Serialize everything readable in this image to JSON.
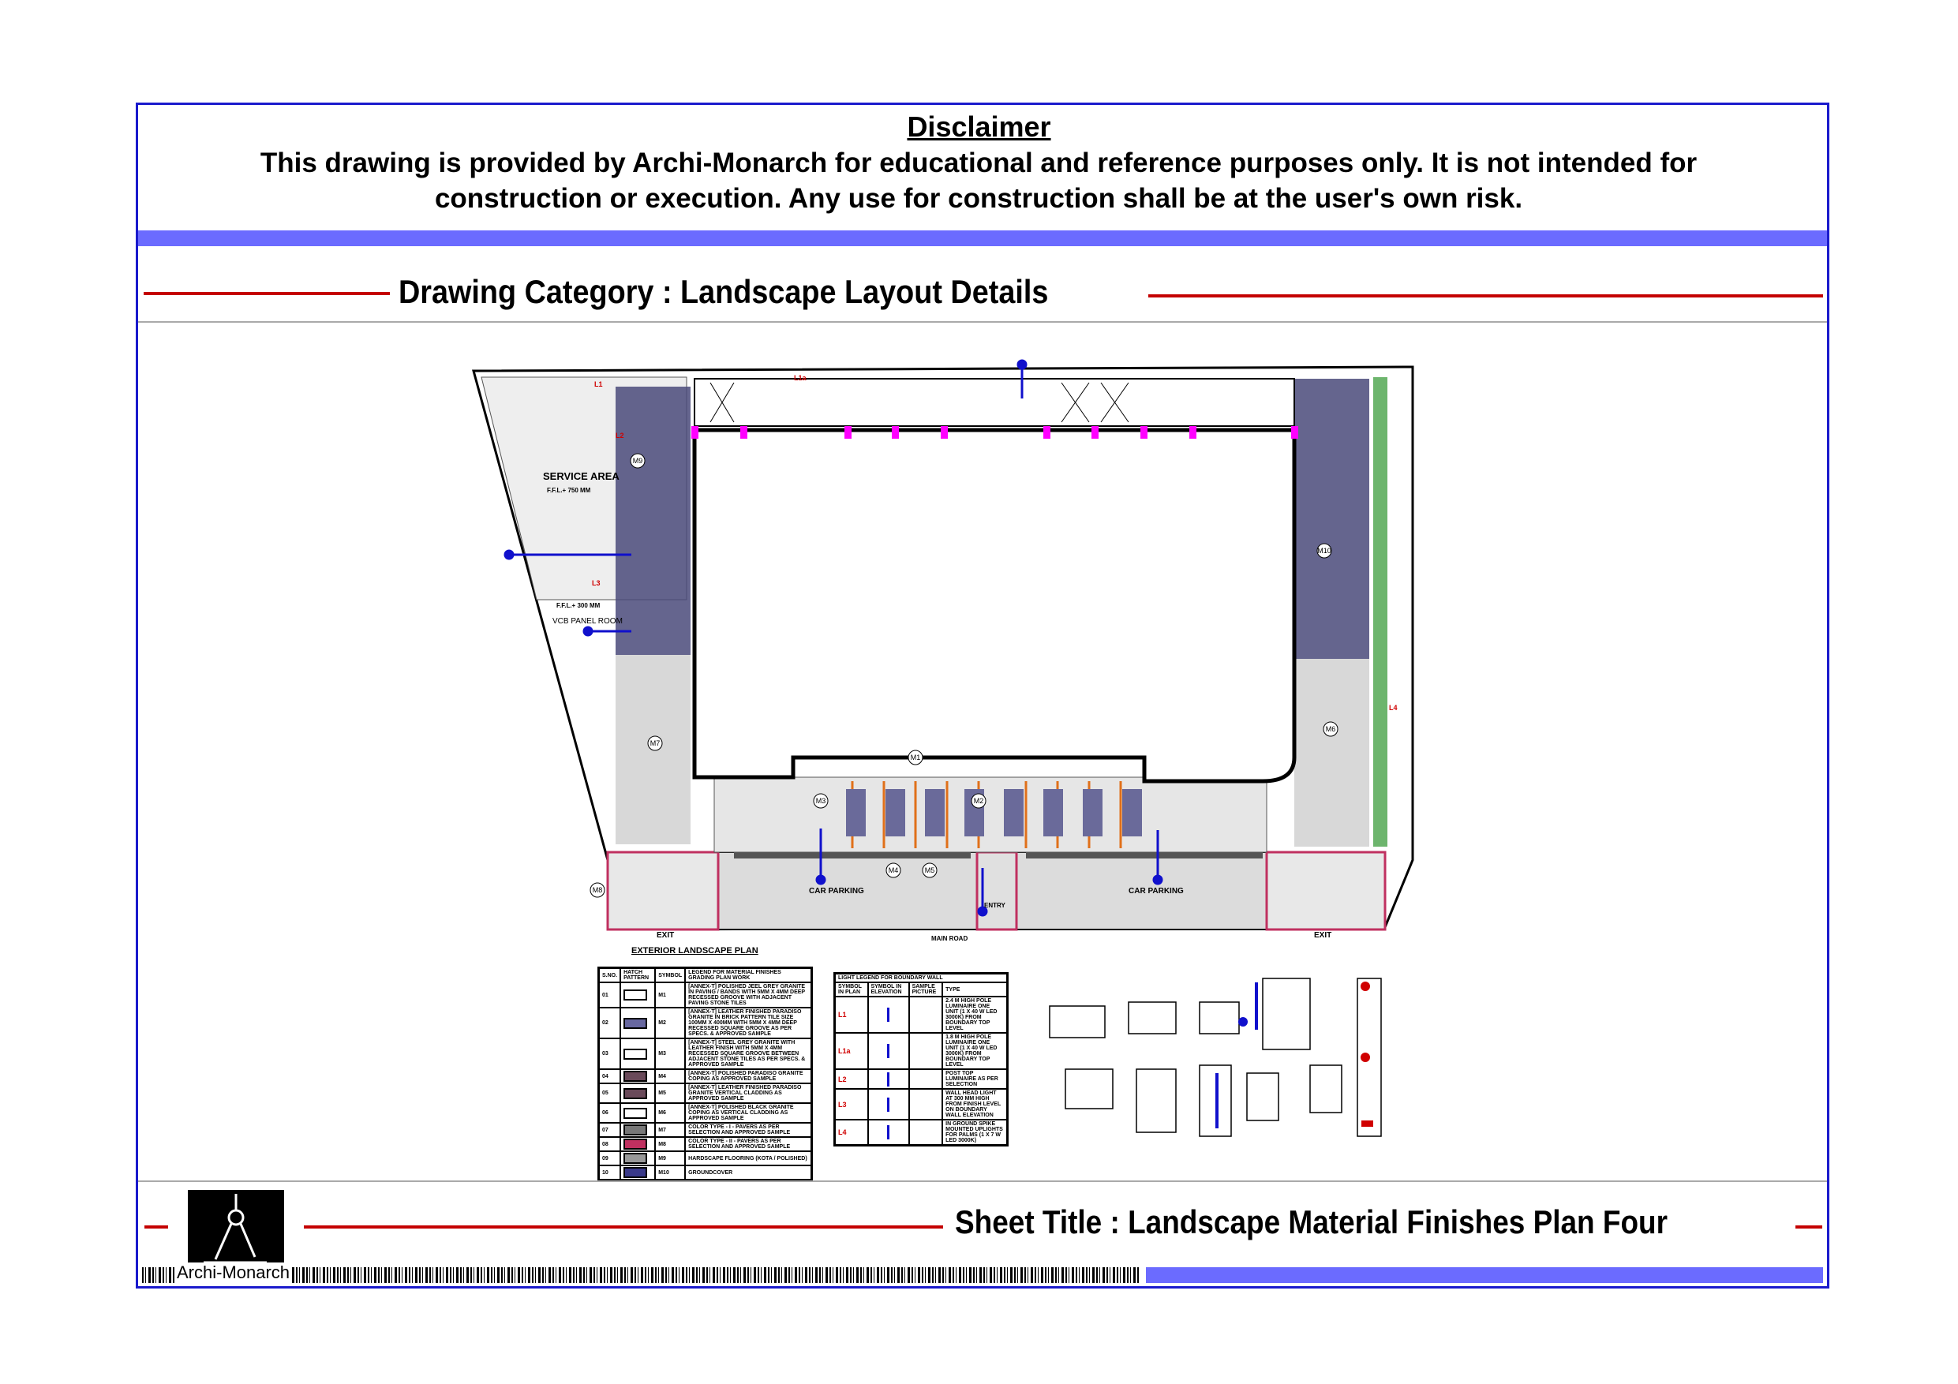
{
  "disclaimer": {
    "title": "Disclaimer",
    "text": "This drawing is provided by Archi-Monarch for educational and reference purposes only. It is not intended for construction or execution. Any use for construction shall be at the user's own risk."
  },
  "category": {
    "label": "Drawing Category : Landscape Layout Details"
  },
  "sheet": {
    "label": "Sheet Title : Landscape Material Finishes Plan Four"
  },
  "brand": {
    "name": "Archi-Monarch"
  },
  "colors": {
    "frame": "#1a1acc",
    "band": "#6b6bff",
    "redline": "#c40000",
    "light": "#ff00ff",
    "marker": "#1010cc"
  },
  "plan": {
    "title": "EXTERIOR LANDSCAPE PLAN",
    "service_area": "SERVICE AREA",
    "service_ffl": "F.F.L.+ 750 MM",
    "vcb": "VCB PANEL ROOM",
    "vcb_ffl": "F.F.L.+ 300 MM",
    "car_parking_left": "CAR PARKING",
    "car_parking_right": "CAR PARKING",
    "exit_left": "EXIT",
    "exit_right": "EXIT",
    "entry": "ENTRY",
    "main_road": "MAIN ROAD",
    "markers": [
      "M1",
      "M2",
      "M3",
      "M4",
      "M5",
      "M6",
      "M7",
      "M8",
      "M9",
      "M10"
    ],
    "lights": [
      "L1",
      "L1a",
      "L2",
      "L3",
      "L4"
    ]
  },
  "material_legend": {
    "headers": [
      "S.NO.",
      "HATCH PATTERN",
      "SYMBOL",
      "LEGEND FOR MATERIAL FINISHES GRADING PLAN WORK"
    ],
    "rows": [
      {
        "no": "01",
        "symbol": "M1",
        "desc": "[ANNEX-T] POLISHED JEEL GREY GRANITE IN PAVING / BANDS WITH 5MM X 4MM DEEP RECESSED GROOVE WITH ADJACENT PAVING STONE TILES"
      },
      {
        "no": "02",
        "symbol": "M2",
        "desc": "[ANNEX-T] LEATHER FINISHED PARADISO GRANITE IN BRICK PATTERN TILE SIZE 100MM X 400MM WITH 5MM X 4MM DEEP RECESSED SQUARE GROOVE AS PER SPECS. & APPROVED SAMPLE"
      },
      {
        "no": "03",
        "symbol": "M3",
        "desc": "[ANNEX-T] STEEL GREY GRANITE WITH LEATHER FINISH WITH 5MM X 4MM RECESSED SQUARE GROOVE BETWEEN ADJACENT STONE TILES AS PER SPECS. & APPROVED SAMPLE"
      },
      {
        "no": "04",
        "symbol": "M4",
        "desc": "[ANNEX-T] POLISHED PARADISO GRANITE COPING AS APPROVED SAMPLE"
      },
      {
        "no": "05",
        "symbol": "M5",
        "desc": "[ANNEX-T] LEATHER FINISHED PARADISO GRANITE VERTICAL CLADDING AS APPROVED SAMPLE"
      },
      {
        "no": "06",
        "symbol": "M6",
        "desc": "[ANNEX-T] POLISHED BLACK GRANITE COPING AS VERTICAL CLADDING AS APPROVED SAMPLE"
      },
      {
        "no": "07",
        "symbol": "M7",
        "desc": "COLOR TYPE - I - PAVERS AS PER SELECTION AND APPROVED SAMPLE"
      },
      {
        "no": "08",
        "symbol": "M8",
        "desc": "COLOR TYPE - II - PAVERS AS PER SELECTION AND APPROVED SAMPLE"
      },
      {
        "no": "09",
        "symbol": "M9",
        "desc": "HARDSCAPE FLOORING (KOTA / POLISHED)"
      },
      {
        "no": "10",
        "symbol": "M10",
        "desc": "GROUNDCOVER"
      }
    ]
  },
  "light_legend": {
    "title": "LIGHT LEGEND FOR BOUNDARY WALL",
    "headers": [
      "SYMBOL IN PLAN",
      "SYMBOL IN ELEVATION",
      "SAMPLE PICTURE",
      "TYPE"
    ],
    "rows": [
      {
        "symbol": "L1",
        "type": "2.4 M HIGH POLE LUMINAIRE ONE UNIT (1 X 40 W LED 3000K) FROM BOUNDARY TOP LEVEL"
      },
      {
        "symbol": "L1a",
        "type": "1.8 M HIGH POLE LUMINAIRE ONE UNIT (1 X 40 W LED 3000K) FROM BOUNDARY TOP LEVEL"
      },
      {
        "symbol": "L2",
        "type": "POST TOP LUMINAIRE AS PER SELECTION"
      },
      {
        "symbol": "L3",
        "type": "WALL HEAD LIGHT AT 300 MM HIGH FROM FINISH LEVEL ON BOUNDARY WALL ELEVATION"
      },
      {
        "symbol": "L4",
        "type": "IN GROUND SPIKE MOUNTED UPLIGHTS FOR PALMS (1 X 7 W LED 3000K)"
      }
    ]
  }
}
